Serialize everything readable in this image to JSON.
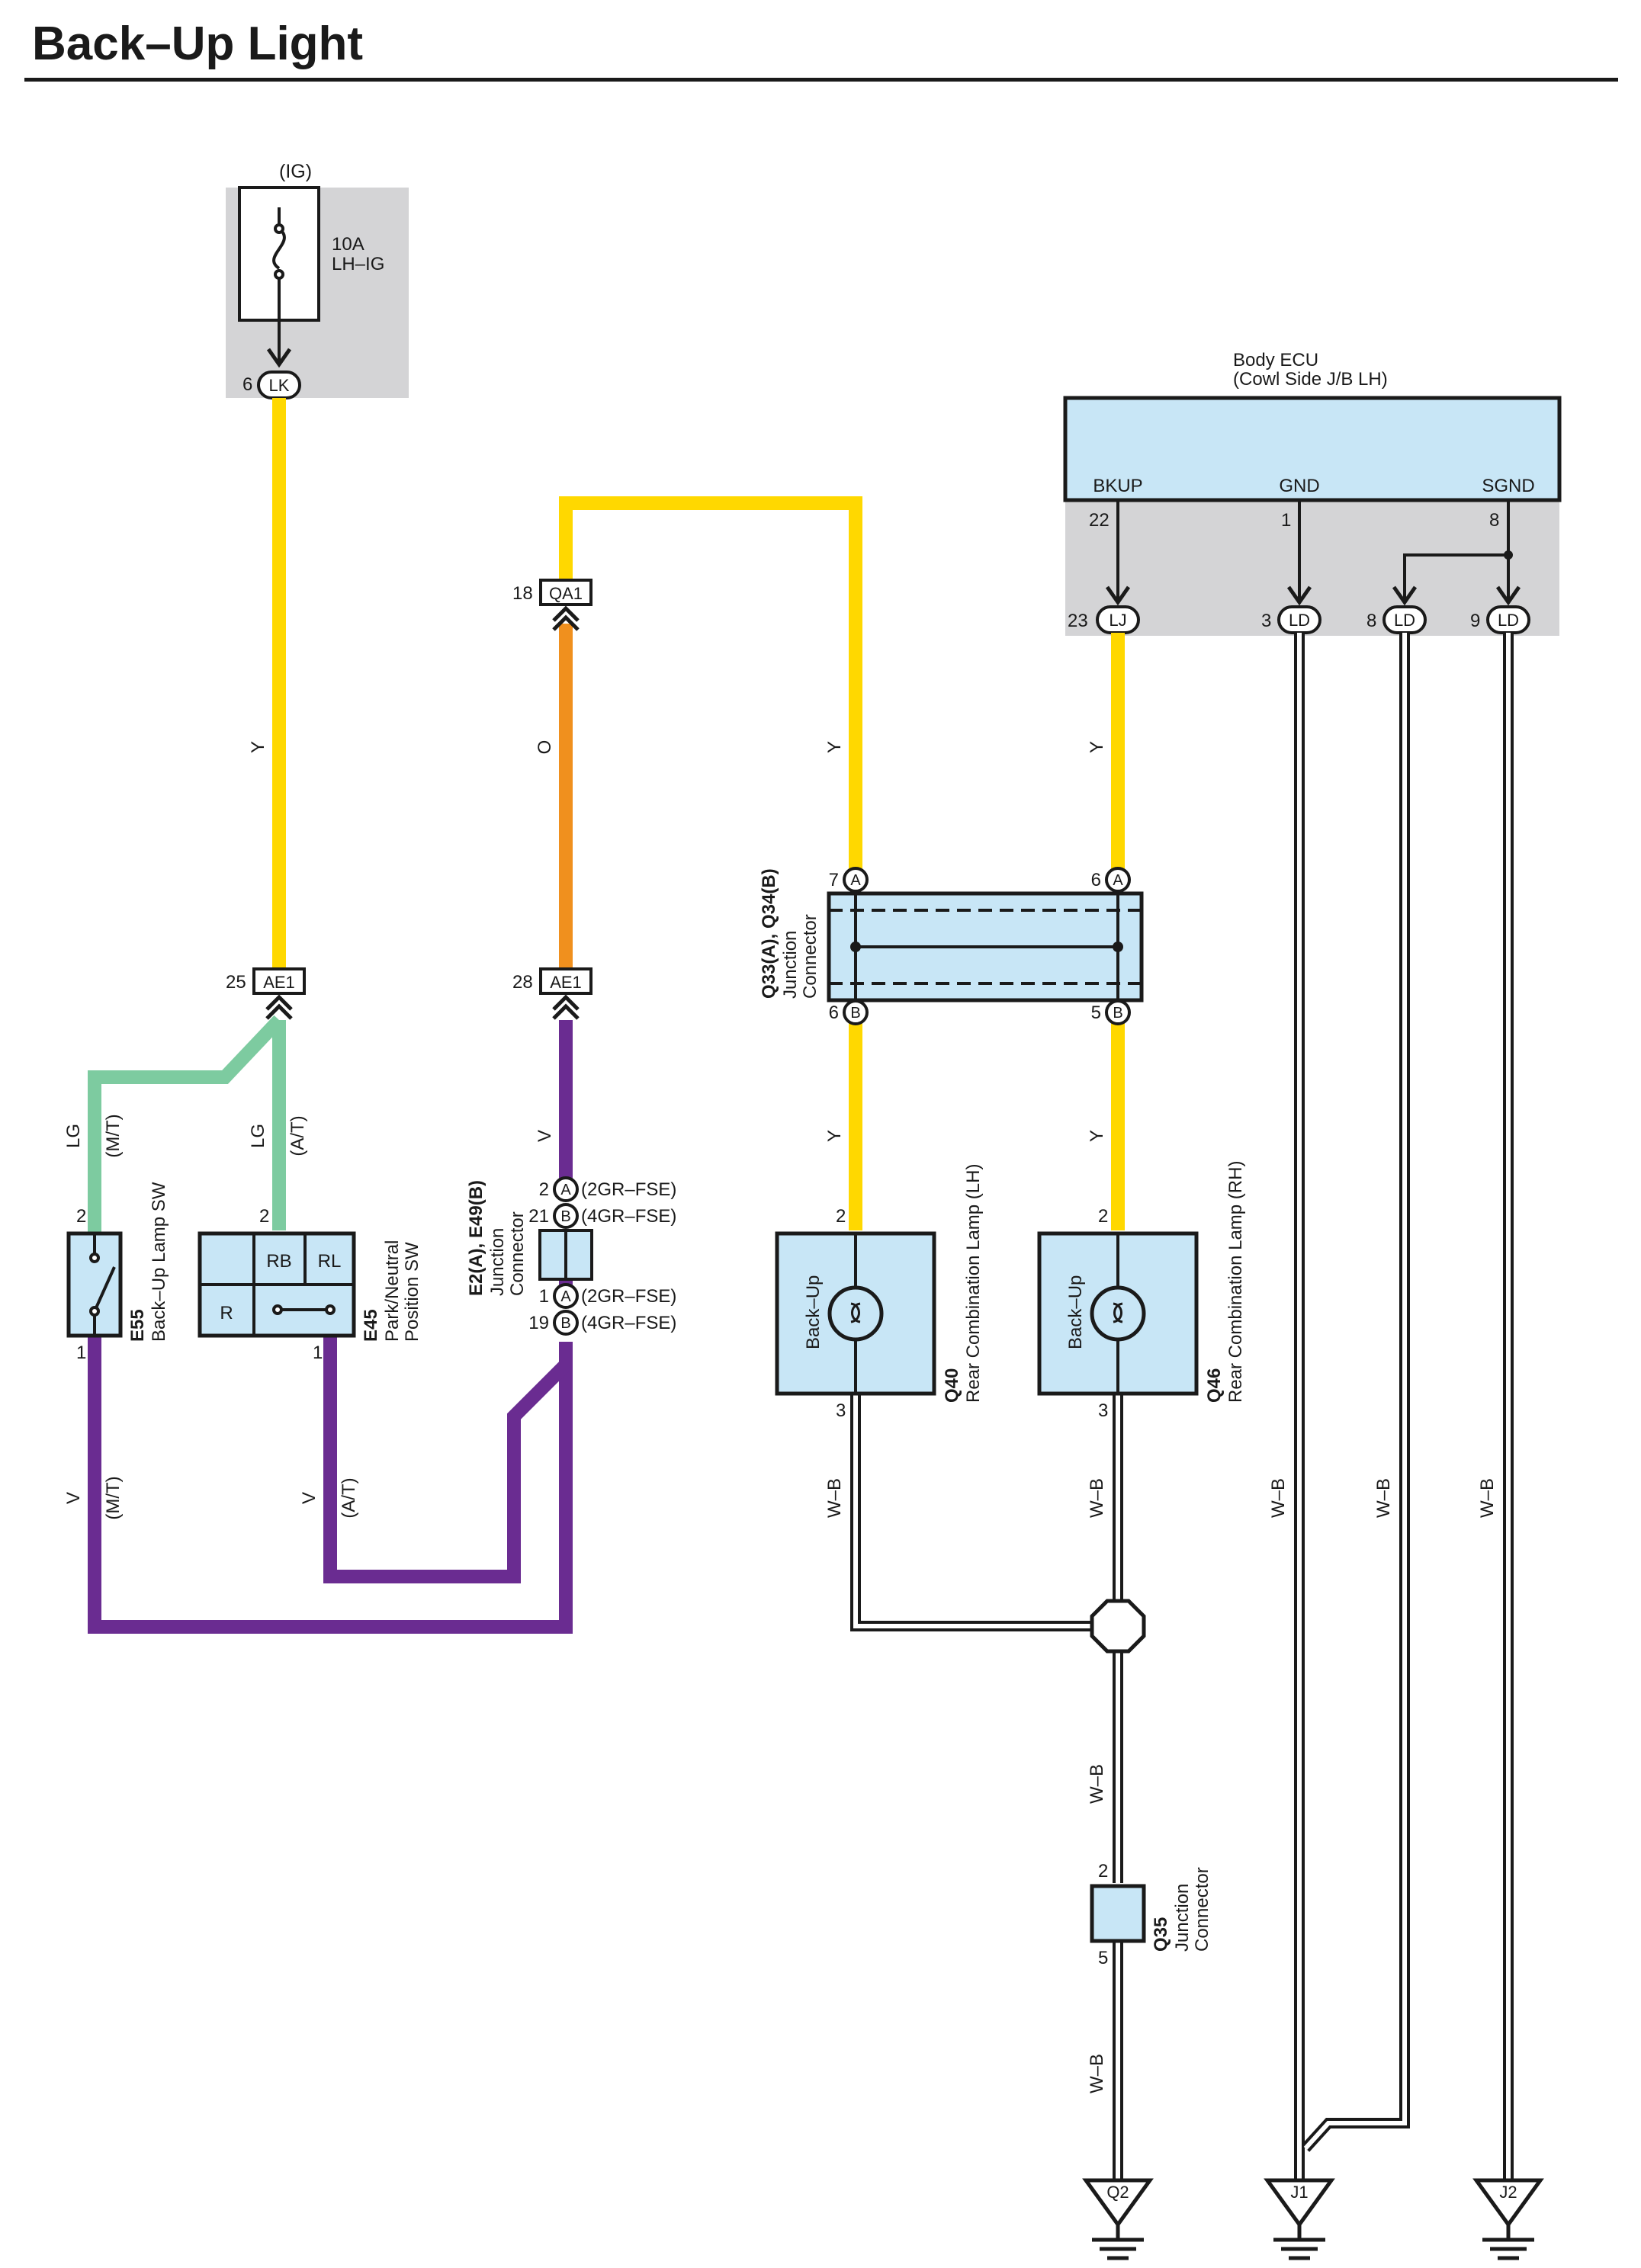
{
  "title": "Back–Up Light",
  "colors": {
    "Y": "#FFD800",
    "O": "#F0901E",
    "V": "#6A2C91",
    "LG": "#7DCBA0",
    "WB": "#ffffff",
    "component_fill": "#C8E6F6",
    "relay_box": "#D4D4D6"
  },
  "fuse": {
    "group": "(IG)",
    "rating": "10A",
    "name": "LH–IG",
    "pin": "6",
    "connector": "LK"
  },
  "body_ecu": {
    "name": "Body ECU",
    "location": "(Cowl Side J/B LH)",
    "terminals": [
      {
        "label": "BKUP",
        "pin": "22",
        "out_pin": "23",
        "connector": "LJ"
      },
      {
        "label": "GND",
        "pin": "1",
        "out_pin": "3",
        "connector": "LD"
      },
      {
        "label": "",
        "pin": "",
        "out_pin": "8",
        "connector": "LD"
      },
      {
        "label": "SGND",
        "pin": "8",
        "out_pin": "9",
        "connector": "LD"
      }
    ]
  },
  "connectors": {
    "qa1": {
      "pin": "18",
      "name": "QA1"
    },
    "ae1_left": {
      "pin": "25",
      "name": "AE1"
    },
    "ae1_mid": {
      "pin": "28",
      "name": "AE1"
    }
  },
  "wires": {
    "y": "Y",
    "o": "O",
    "v": "V",
    "lg": "LG",
    "wb": "W–B",
    "mt": "(M/T)",
    "at": "(A/T)"
  },
  "e55": {
    "id": "E55",
    "name": "Back–Up Lamp SW",
    "pin_top": "2",
    "pin_bottom": "1"
  },
  "e45": {
    "id": "E45",
    "name1": "Park/Neutral",
    "name2": "Position SW",
    "pin_top": "2",
    "pin_bottom": "1",
    "terminals": [
      "RB",
      "RL",
      "R"
    ]
  },
  "e2": {
    "id": "E2(A), E49(B)",
    "name1": "Junction",
    "name2": "Connector",
    "rows": [
      {
        "pin": "2",
        "letter": "A",
        "variant": "(2GR–FSE)"
      },
      {
        "pin": "21",
        "letter": "B",
        "variant": "(4GR–FSE)"
      },
      {
        "pin": "1",
        "letter": "A",
        "variant": "(2GR–FSE)"
      },
      {
        "pin": "19",
        "letter": "B",
        "variant": "(4GR–FSE)"
      }
    ]
  },
  "q33": {
    "id": "Q33(A), Q34(B)",
    "name1": "Junction",
    "name2": "Connector",
    "pins": [
      {
        "pin": "7",
        "letter": "A"
      },
      {
        "pin": "6",
        "letter": "A"
      },
      {
        "pin": "6",
        "letter": "B"
      },
      {
        "pin": "5",
        "letter": "B"
      }
    ]
  },
  "q40": {
    "id": "Q40",
    "name": "Rear Combination Lamp (LH)",
    "lamp": "Back–Up",
    "pin_top": "2",
    "pin_bottom": "3"
  },
  "q46": {
    "id": "Q46",
    "name": "Rear Combination Lamp (RH)",
    "lamp": "Back–Up",
    "pin_top": "2",
    "pin_bottom": "3"
  },
  "q35": {
    "id": "Q35",
    "name1": "Junction",
    "name2": "Connector",
    "pin_top": "2",
    "pin_bottom": "5"
  },
  "grounds": [
    "Q2",
    "J1",
    "J2"
  ]
}
